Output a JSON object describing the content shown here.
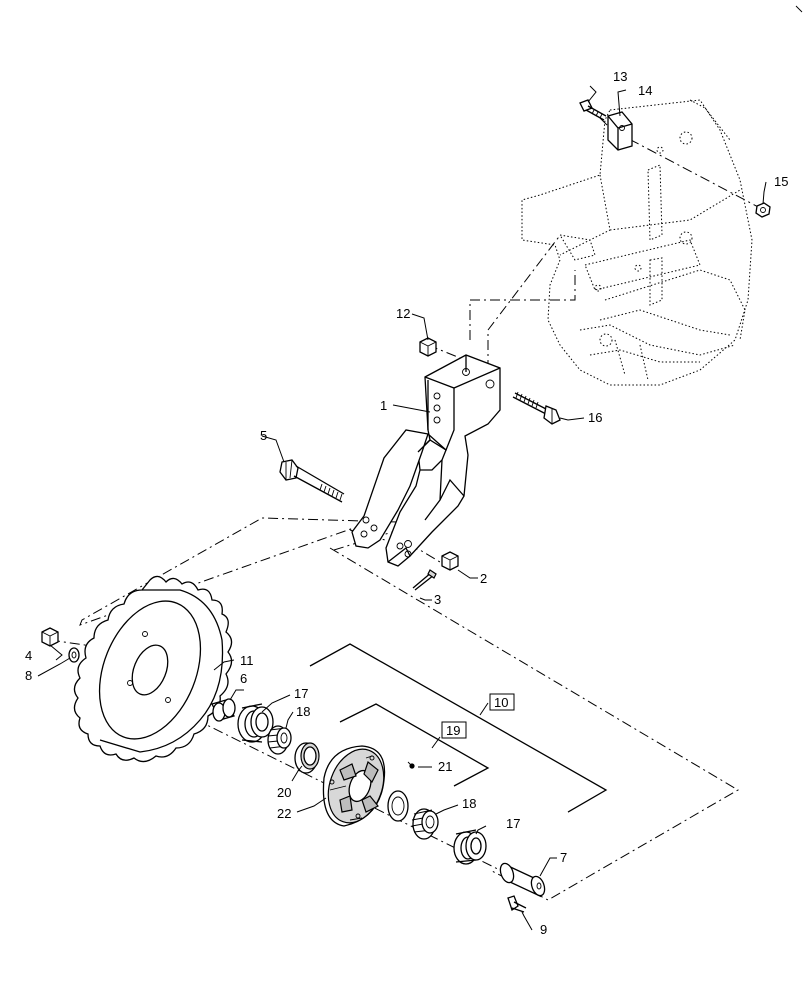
{
  "callouts": [
    {
      "id": "c1",
      "label": "1"
    },
    {
      "id": "c2",
      "label": "2"
    },
    {
      "id": "c3",
      "label": "3"
    },
    {
      "id": "c4",
      "label": "4"
    },
    {
      "id": "c5",
      "label": "5"
    },
    {
      "id": "c6",
      "label": "6"
    },
    {
      "id": "c7",
      "label": "7"
    },
    {
      "id": "c8",
      "label": "8"
    },
    {
      "id": "c9",
      "label": "9"
    },
    {
      "id": "c10",
      "label": "10"
    },
    {
      "id": "c11",
      "label": "11"
    },
    {
      "id": "c12",
      "label": "12"
    },
    {
      "id": "c13",
      "label": "13"
    },
    {
      "id": "c14",
      "label": "14"
    },
    {
      "id": "c15",
      "label": "15"
    },
    {
      "id": "c16",
      "label": "16"
    },
    {
      "id": "c17a",
      "label": "17"
    },
    {
      "id": "c17b",
      "label": "17"
    },
    {
      "id": "c18a",
      "label": "18"
    },
    {
      "id": "c18b",
      "label": "18"
    },
    {
      "id": "c19",
      "label": "19"
    },
    {
      "id": "c20",
      "label": "20"
    },
    {
      "id": "c21",
      "label": "21"
    },
    {
      "id": "c22",
      "label": "22"
    }
  ]
}
